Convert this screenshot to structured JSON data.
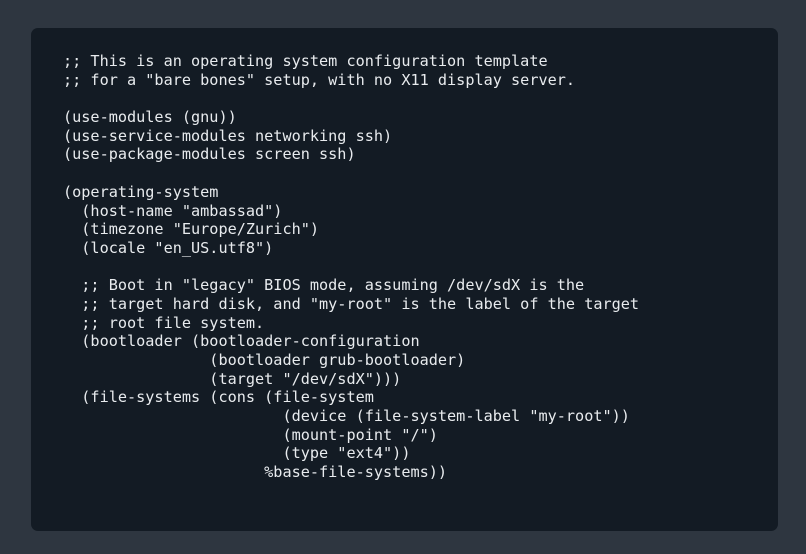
{
  "code_lines": [
    ";; This is an operating system configuration template",
    ";; for a \"bare bones\" setup, with no X11 display server.",
    "",
    "(use-modules (gnu))",
    "(use-service-modules networking ssh)",
    "(use-package-modules screen ssh)",
    "",
    "(operating-system",
    "  (host-name \"ambassad\")",
    "  (timezone \"Europe/Zurich\")",
    "  (locale \"en_US.utf8\")",
    "",
    "  ;; Boot in \"legacy\" BIOS mode, assuming /dev/sdX is the",
    "  ;; target hard disk, and \"my-root\" is the label of the target",
    "  ;; root file system.",
    "  (bootloader (bootloader-configuration",
    "                (bootloader grub-bootloader)",
    "                (target \"/dev/sdX\")))",
    "  (file-systems (cons (file-system",
    "                        (device (file-system-label \"my-root\"))",
    "                        (mount-point \"/\")",
    "                        (type \"ext4\"))",
    "                      %base-file-systems))"
  ]
}
